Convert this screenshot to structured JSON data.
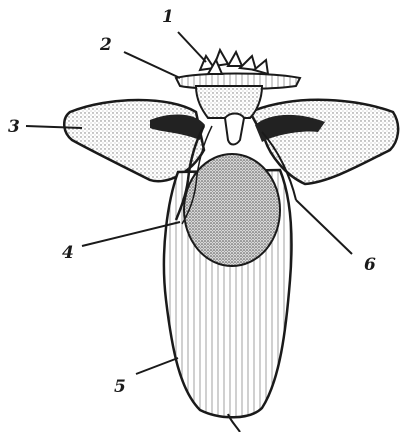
{
  "figure": {
    "labels": [
      {
        "id": "label-1",
        "text": "1"
      },
      {
        "id": "label-2",
        "text": "2"
      },
      {
        "id": "label-3",
        "text": "3"
      },
      {
        "id": "label-4",
        "text": "4"
      },
      {
        "id": "label-5",
        "text": "5"
      },
      {
        "id": "label-6",
        "text": "6"
      }
    ],
    "colors": {
      "ink": "#1a1a1a",
      "paper": "#ffffff",
      "stipple": "#8a8a8a"
    }
  }
}
